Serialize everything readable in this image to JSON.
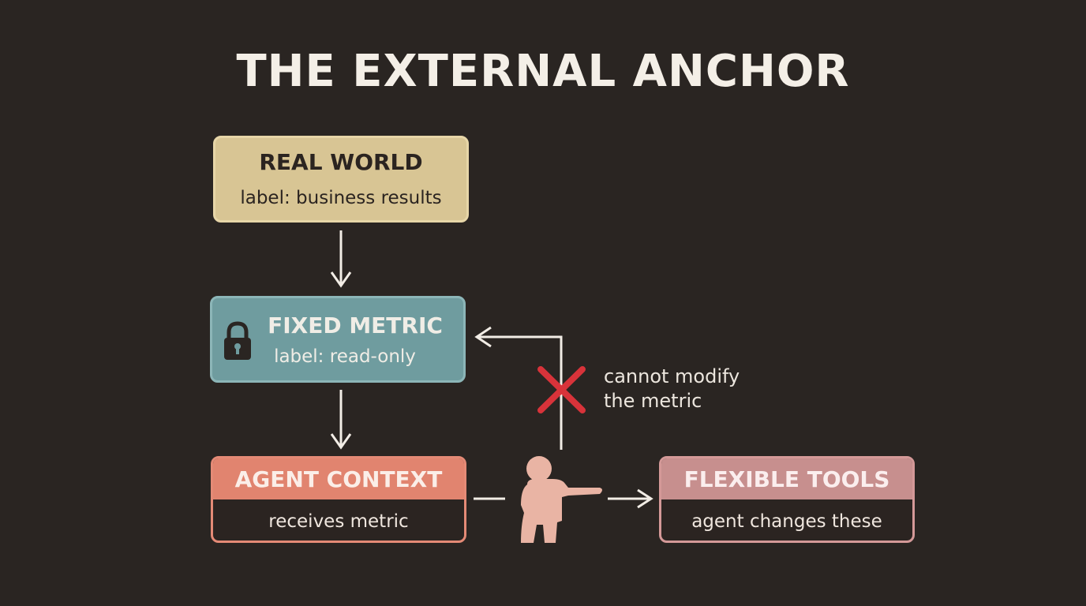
{
  "title": "THE EXTERNAL ANCHOR",
  "nodes": {
    "real_world": {
      "title": "REAL WORLD",
      "subtitle": "label: business results"
    },
    "fixed_metric": {
      "title": "FIXED METRIC",
      "subtitle": "label: read-only",
      "icon": "lock-icon"
    },
    "agent_context": {
      "title": "AGENT CONTEXT",
      "subtitle": "receives metric"
    },
    "flexible_tools": {
      "title": "FLEXIBLE TOOLS",
      "subtitle": "agent changes these"
    }
  },
  "annotation": {
    "line1": "cannot modify",
    "line2": "the metric",
    "icon": "red-x-icon"
  },
  "figure_icon": "pointing-person-icon",
  "colors": {
    "background": "#2a2522",
    "real_world": "#d8c594",
    "fixed_metric": "#6f9c9f",
    "agent_context": "#e1846f",
    "flexible_tools": "#c78f8e",
    "blocked": "#d8333a",
    "arrow": "#f2ede6"
  }
}
